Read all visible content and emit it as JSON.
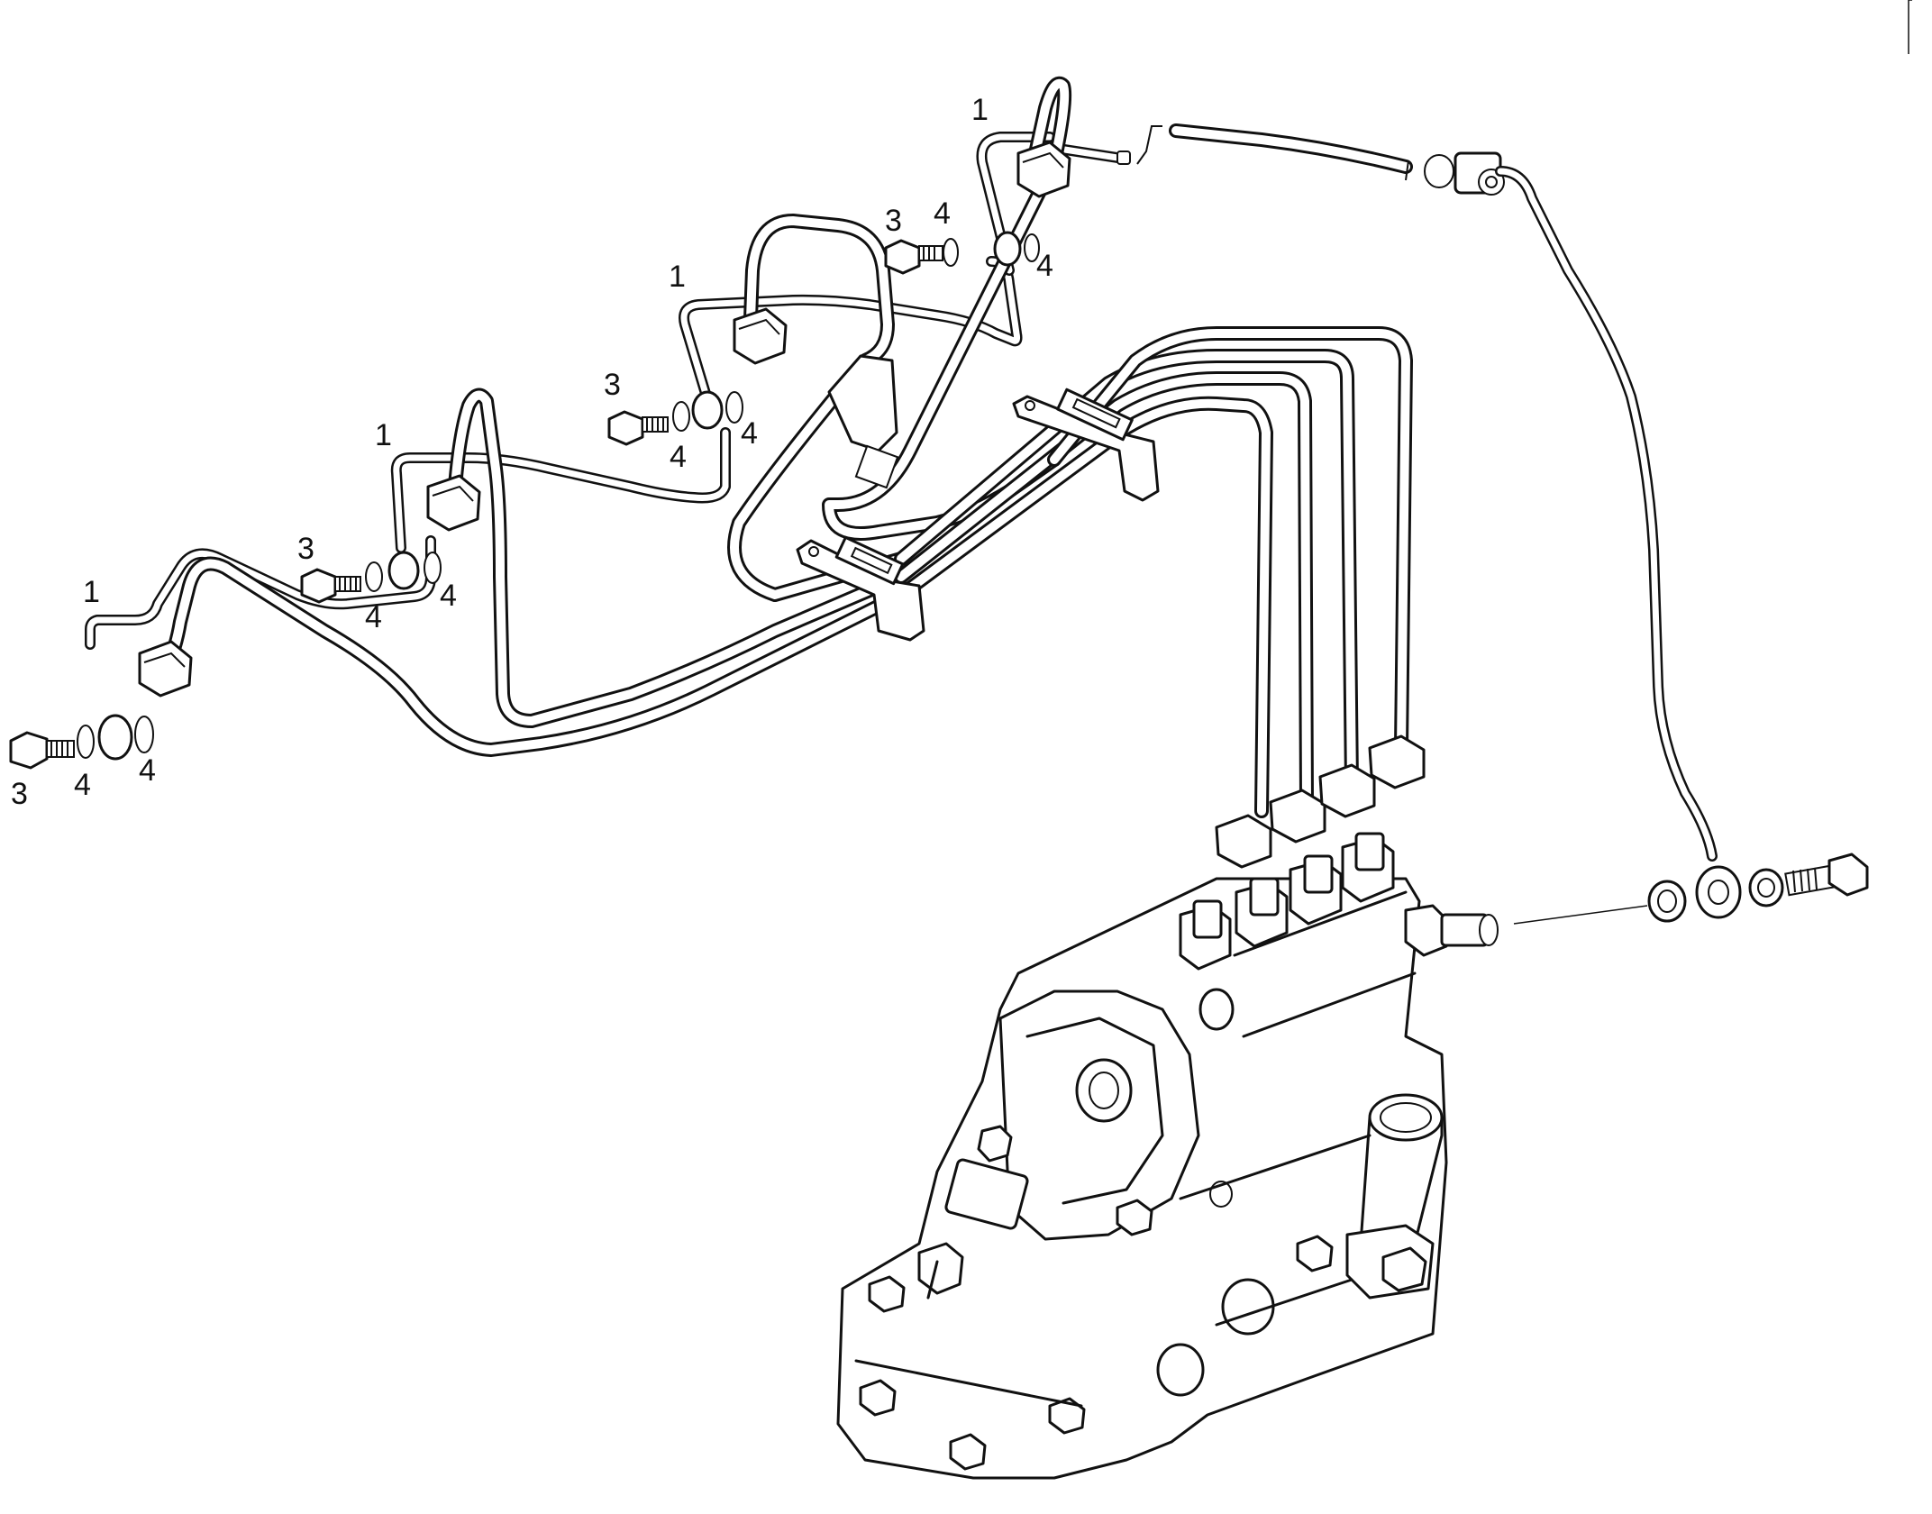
{
  "diagram": {
    "callouts": [
      {
        "id": "c1",
        "text": "1"
      },
      {
        "id": "c2",
        "text": "1"
      },
      {
        "id": "c3",
        "text": "1"
      },
      {
        "id": "c4",
        "text": "1"
      },
      {
        "id": "c5",
        "text": "3"
      },
      {
        "id": "c6",
        "text": "4"
      },
      {
        "id": "c7",
        "text": "4"
      },
      {
        "id": "c8",
        "text": "3"
      },
      {
        "id": "c9",
        "text": "4"
      },
      {
        "id": "c10",
        "text": "4"
      },
      {
        "id": "c11",
        "text": "3"
      },
      {
        "id": "c12",
        "text": "4"
      },
      {
        "id": "c13",
        "text": "4"
      },
      {
        "id": "c14",
        "text": "3"
      },
      {
        "id": "c15",
        "text": "4"
      },
      {
        "id": "c16",
        "text": "4"
      }
    ]
  }
}
